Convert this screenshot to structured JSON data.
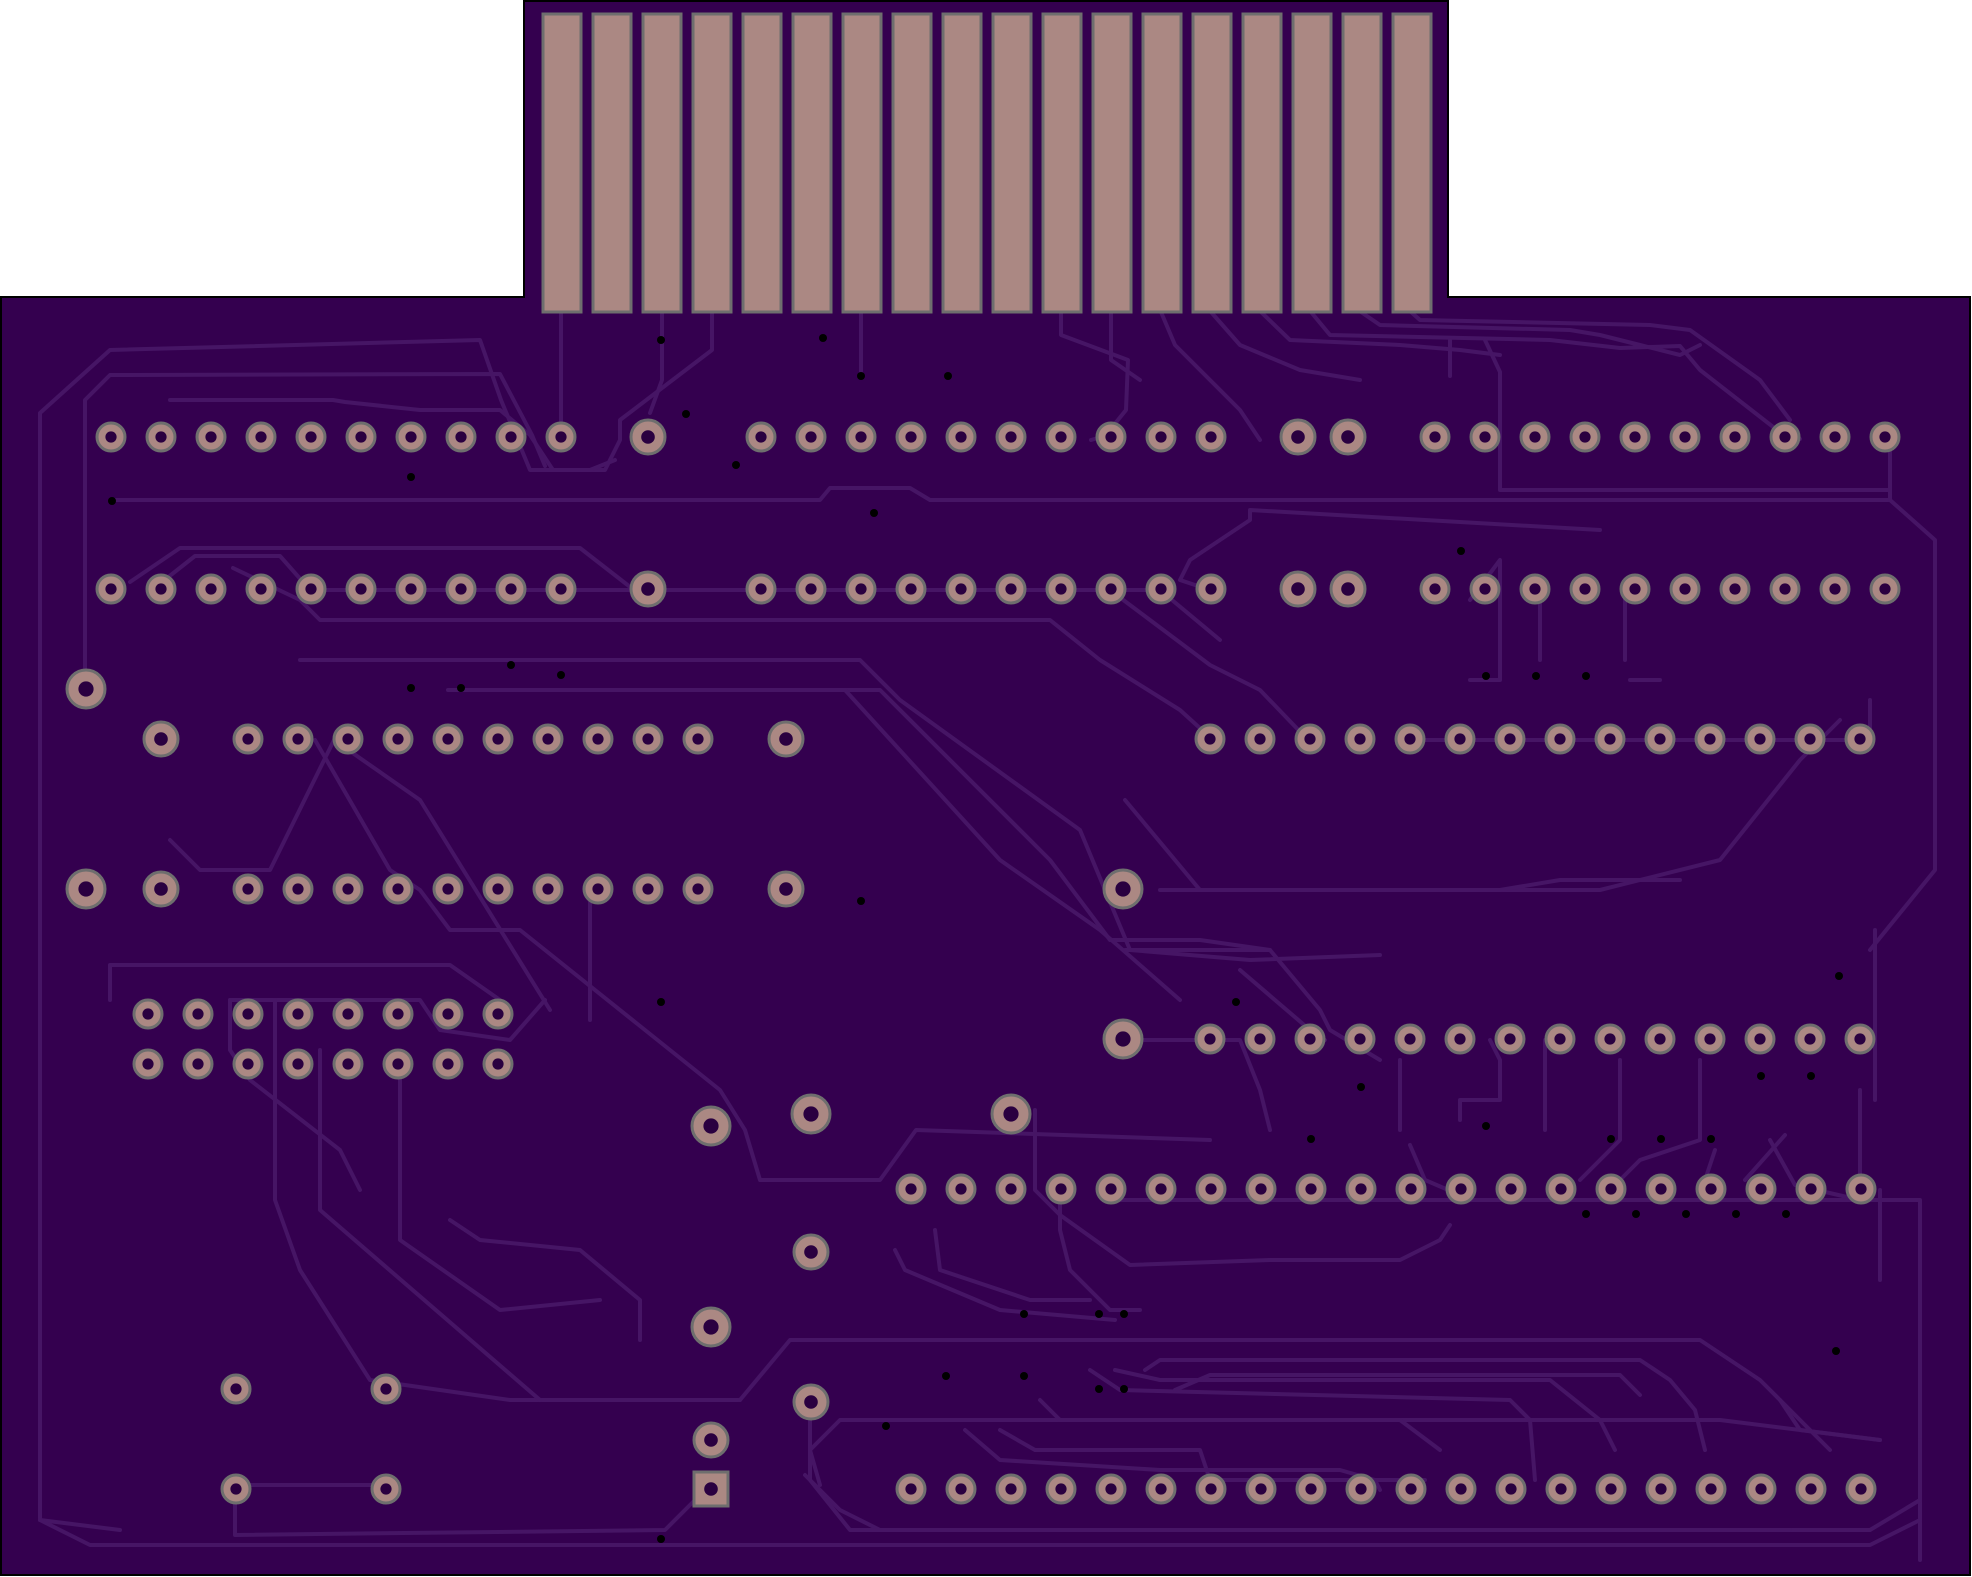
{
  "colors": {
    "background": "#ffffff",
    "board": "#34004f",
    "outline": "#000000",
    "trace": "#461565",
    "pad_fill": "#ab8883",
    "pad_edge": "#6e6e6e",
    "drill": "#2a0040",
    "via": "#000000"
  },
  "board": {
    "edge_connector_fingers": 18,
    "rows": [
      {
        "name": "row-1-left",
        "pins": 10
      },
      {
        "name": "row-1-mid",
        "pins": 10
      },
      {
        "name": "row-1-right",
        "pins": 10
      },
      {
        "name": "row-2-left",
        "pins": 10
      },
      {
        "name": "row-2-mid",
        "pins": 10
      },
      {
        "name": "row-2-right",
        "pins": 10
      },
      {
        "name": "row-3-left",
        "pins": 10
      },
      {
        "name": "row-3-right",
        "pins": 14
      },
      {
        "name": "row-4-left",
        "pins": 10
      },
      {
        "name": "row-4-right",
        "pins": 0
      },
      {
        "name": "header-top",
        "pins": 8
      },
      {
        "name": "header-bottom",
        "pins": 8
      },
      {
        "name": "row-5-right",
        "pins": 14
      },
      {
        "name": "row-6",
        "pins": 20
      },
      {
        "name": "row-7",
        "pins": 20
      }
    ]
  }
}
